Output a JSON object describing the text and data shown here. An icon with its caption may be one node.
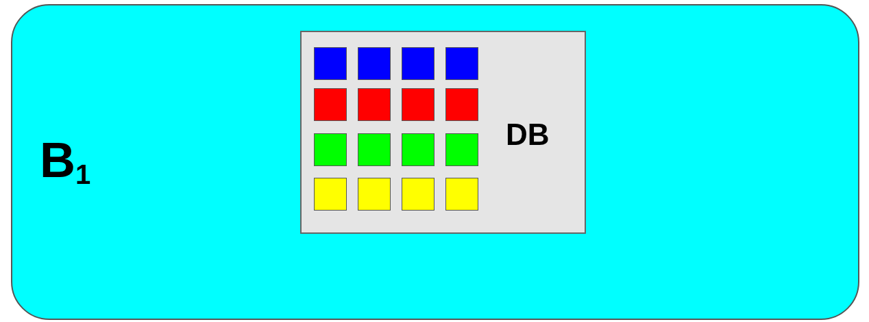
{
  "diagram": {
    "nodes": [
      {
        "text": [
          "B$_{1}$"
        ]
      },
      {
        "text": [
          "DB"
        ],
        "in": 0
      },
      {
        "text": [],
        "shape": "box",
        "in": 1
      },
      {
        "text": [],
        "shape": "box",
        "in": 1
      },
      {
        "text": [],
        "shape": "box",
        "in": 1
      },
      {
        "text": [],
        "shape": "box",
        "in": 1
      },
      {
        "text": [],
        "shape": "box",
        "in": 1
      },
      {
        "text": [],
        "shape": "box",
        "in": 1
      },
      {
        "text": [],
        "shape": "box",
        "in": 1
      },
      {
        "text": [],
        "shape": "box",
        "in": 1
      },
      {
        "text": [],
        "shape": "box",
        "in": 1
      },
      {
        "text": [],
        "shape": "box",
        "in": 1
      },
      {
        "text": [],
        "shape": "box",
        "in": 1
      },
      {
        "text": [],
        "shape": "box",
        "in": 1
      },
      {
        "text": [],
        "shape": "box",
        "in": 1
      },
      {
        "text": [],
        "shape": "box",
        "in": 1
      },
      {
        "text": [],
        "shape": "box",
        "in": 1
      },
      {
        "text": [],
        "shape": "box",
        "in": 1
      }
    ]
  }
}
